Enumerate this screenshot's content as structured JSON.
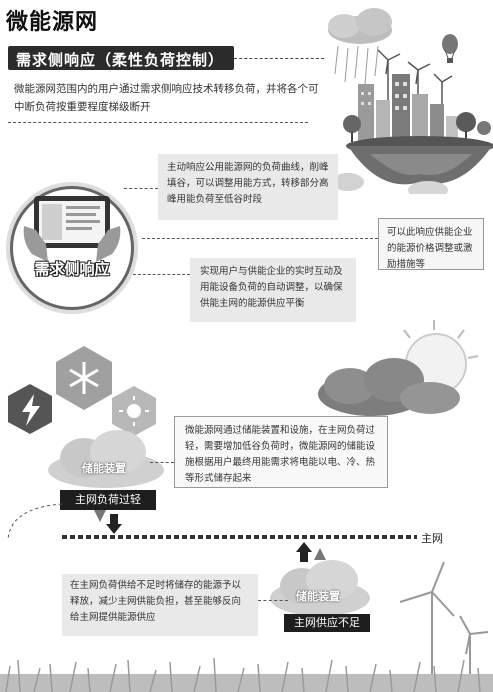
{
  "title": "微能源网",
  "header": {
    "label": "需求侧响应（柔性负荷控制）"
  },
  "intro": "微能源网范围内的用户通过需求侧响应技术转移负荷，并将各个可中断负荷按重要程度梯级断开",
  "boxes": {
    "active": "主动响应公用能源网的负荷曲线，削峰填谷，可以调整用能方式，转移部分高峰用能负荷至低谷时段",
    "price": "可以此响应供能企业的能源价格调整或激励措施等",
    "interaction": "实现用户与供能企业的实时互动及用能设备负荷的自动调整，以确保供能主网的能源供应平衡",
    "storage_overload": "微能源网通过储能装置和设施，在主网负荷过轻，需要增加低谷负荷时，微能源网的储能设施根据用户最终用能需求将电能以电、冷、热等形式储存起来",
    "storage_release": "在主网负荷供给不足时将储存的能源予以释放，减少主网供能负担，甚至能够反向给主网提供能源供应"
  },
  "circle_label": "需求侧响应",
  "storage_labels": {
    "top": "储能装置",
    "bottom": "储能装置"
  },
  "status_labels": {
    "light": "主网负荷过轻",
    "short": "主网供应不足"
  },
  "grid_label": "主网",
  "colors": {
    "dark": "#1e1e1e",
    "box": "#e9e9e9",
    "gray": "#888888"
  }
}
